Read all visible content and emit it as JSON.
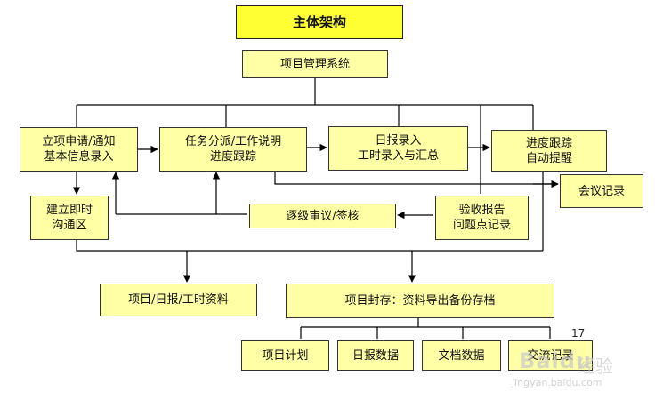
{
  "title": "主体架构",
  "root": "项目管理系统",
  "nodes": {
    "apply": [
      "立项申请/通知",
      "基本信息录入"
    ],
    "task": [
      "任务分派/工作说明",
      "进度跟踪"
    ],
    "daily": [
      "日报录入",
      "工时录入与汇总"
    ],
    "track": [
      "进度跟踪",
      "自动提醒"
    ],
    "meeting": "会议记录",
    "im": [
      "建立即时",
      "沟通区"
    ],
    "review": "逐级审议/签核",
    "acceptance": [
      "验收报告",
      "问题点记录"
    ],
    "data": "项目/日报/工时资料",
    "archive": "项目封存：资料导出备份存档",
    "plan": "项目计划",
    "daily_data": "日报数据",
    "doc_data": "文档数据",
    "comm": "交流记录"
  },
  "page_number": "17",
  "watermark": {
    "logo": "Baidu",
    "text": "经验",
    "url": "jingyan.baidu.com"
  },
  "colors": {
    "box_fill": "#ffffa6",
    "title_fill": "#ffff33",
    "line": "#000000"
  }
}
